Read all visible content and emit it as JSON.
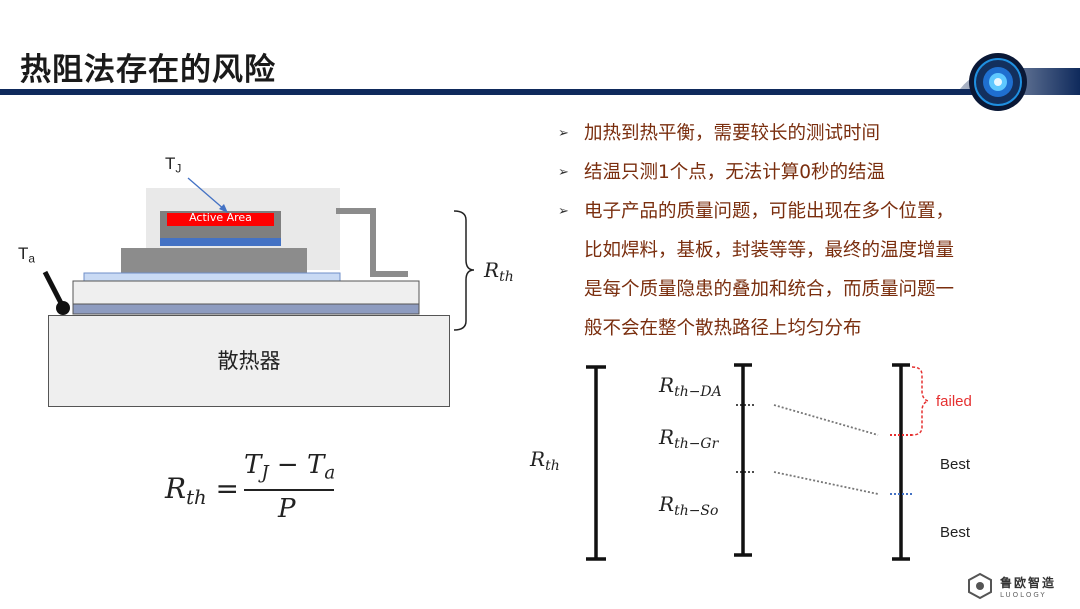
{
  "title": "热阻法存在的风险",
  "bullets": [
    {
      "lines": [
        "加热到热平衡，需要较长的测试时间"
      ]
    },
    {
      "lines": [
        "结温只测1个点，无法计算0秒的结温"
      ]
    },
    {
      "lines": [
        "电子产品的质量问题，可能出现在多个位置，",
        "比如焊料，基板，封装等等，最终的温度增量",
        "是每个质量隐患的叠加和统合，而质量问题一",
        "般不会在整个散热路径上均匀分布"
      ]
    }
  ],
  "diagram": {
    "heatsink_label": "散热器",
    "active_area_label": "Active Area",
    "tj_label": "T",
    "tj_sub": "J",
    "ta_label": "T",
    "ta_sub": "a",
    "rth_brace": "R",
    "rth_brace_sub": "th"
  },
  "formula": {
    "lhs": "R",
    "lhs_sub": "th",
    "num_a": "T",
    "num_a_sub": "J",
    "minus": "−",
    "num_b": "T",
    "num_b_sub": "a",
    "den": "P"
  },
  "stack": {
    "rth": "R",
    "rth_sub": "th",
    "da": "R",
    "da_sub": "th−DA",
    "gr": "R",
    "gr_sub": "th−Gr",
    "so": "R",
    "so_sub": "th−So",
    "failed": "failed",
    "best1": "Best",
    "best2": "Best"
  },
  "colors": {
    "header": "#0f2a5c",
    "bullet_text": "#7a2e0e",
    "active": "#ff0000",
    "die_blue": "#4472c4",
    "failed": "#e53030"
  },
  "logo": {
    "name": "鲁欧智造",
    "sub": "LUOLOGY"
  }
}
